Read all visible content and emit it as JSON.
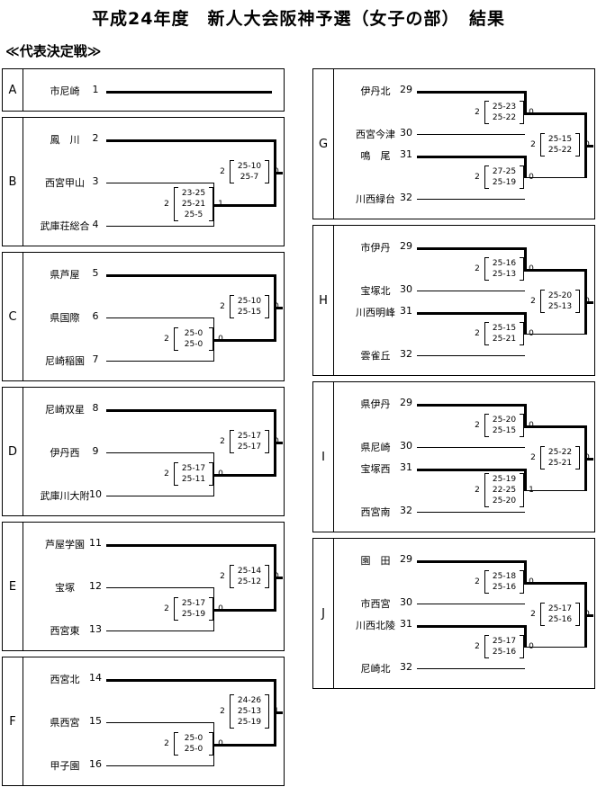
{
  "title": "平成24年度　新人大会阪神予選（女子の部）　結果",
  "subtitle": "≪代表決定戦≫",
  "blocks": [
    {
      "letter": "A",
      "teams": [
        {
          "name": "市尼崎",
          "num": "1"
        }
      ]
    },
    {
      "letter": "B",
      "teams": [
        {
          "name": "鳳　川",
          "num": "2"
        },
        {
          "name": "西宮甲山",
          "num": "3"
        },
        {
          "name": "武庫荘総合",
          "num": "4"
        }
      ],
      "first": {
        "left": "2",
        "right": "1",
        "sets": [
          "23-25",
          "25-21",
          "25-5"
        ]
      },
      "final": {
        "left": "2",
        "right": "0",
        "sets": [
          "25-10",
          "25-7"
        ]
      }
    },
    {
      "letter": "C",
      "teams": [
        {
          "name": "県芦屋",
          "num": "5"
        },
        {
          "name": "県国際",
          "num": "6"
        },
        {
          "name": "尼崎稲園",
          "num": "7"
        }
      ],
      "first": {
        "left": "2",
        "right": "0",
        "sets": [
          "25-0",
          "25-0"
        ]
      },
      "final": {
        "left": "2",
        "right": "0",
        "sets": [
          "25-10",
          "25-15"
        ]
      }
    },
    {
      "letter": "D",
      "teams": [
        {
          "name": "尼崎双星",
          "num": "8"
        },
        {
          "name": "伊丹西",
          "num": "9"
        },
        {
          "name": "武庫川大附",
          "num": "10"
        }
      ],
      "first": {
        "left": "2",
        "right": "0",
        "sets": [
          "25-17",
          "25-11"
        ]
      },
      "final": {
        "left": "2",
        "right": "0",
        "sets": [
          "25-17",
          "25-17"
        ]
      }
    },
    {
      "letter": "E",
      "teams": [
        {
          "name": "芦屋学園",
          "num": "11"
        },
        {
          "name": "宝塚",
          "num": "12"
        },
        {
          "name": "西宮東",
          "num": "13"
        }
      ],
      "first": {
        "left": "2",
        "right": "0",
        "sets": [
          "25-17",
          "25-19"
        ]
      },
      "final": {
        "left": "2",
        "right": "0",
        "sets": [
          "25-14",
          "25-12"
        ]
      }
    },
    {
      "letter": "F",
      "teams": [
        {
          "name": "西宮北",
          "num": "14"
        },
        {
          "name": "県西宮",
          "num": "15"
        },
        {
          "name": "甲子園",
          "num": "16"
        }
      ],
      "first": {
        "left": "2",
        "right": "0",
        "sets": [
          "25-0",
          "25-0"
        ]
      },
      "final": {
        "left": "2",
        "right": "1",
        "sets": [
          "24-26",
          "25-13",
          "25-19"
        ]
      }
    },
    {
      "letter": "G",
      "teams": [
        {
          "name": "伊丹北",
          "num": "29"
        },
        {
          "name": "西宮今津",
          "num": "30"
        },
        {
          "name": "鳴　尾",
          "num": "31"
        },
        {
          "name": "川西緑台",
          "num": "32"
        }
      ],
      "m1": {
        "left": "2",
        "right": "0",
        "sets": [
          "25-23",
          "25-22"
        ]
      },
      "m2": {
        "left": "2",
        "right": "0",
        "sets": [
          "27-25",
          "25-19"
        ]
      },
      "final": {
        "left": "2",
        "right": "0",
        "sets": [
          "25-15",
          "25-22"
        ]
      }
    },
    {
      "letter": "H",
      "teams": [
        {
          "name": "市伊丹",
          "num": "29"
        },
        {
          "name": "宝塚北",
          "num": "30"
        },
        {
          "name": "川西明峰",
          "num": "31"
        },
        {
          "name": "雲雀丘",
          "num": "32"
        }
      ],
      "m1": {
        "left": "2",
        "right": "0",
        "sets": [
          "25-16",
          "25-13"
        ]
      },
      "m2": {
        "left": "2",
        "right": "0",
        "sets": [
          "25-15",
          "25-21"
        ]
      },
      "final": {
        "left": "2",
        "right": "0",
        "sets": [
          "25-20",
          "25-13"
        ]
      }
    },
    {
      "letter": "I",
      "teams": [
        {
          "name": "県伊丹",
          "num": "29"
        },
        {
          "name": "県尼崎",
          "num": "30"
        },
        {
          "name": "宝塚西",
          "num": "31"
        },
        {
          "name": "西宮南",
          "num": "32"
        }
      ],
      "m1": {
        "left": "2",
        "right": "0",
        "sets": [
          "25-20",
          "25-15"
        ]
      },
      "m2": {
        "left": "2",
        "right": "1",
        "sets": [
          "25-19",
          "22-25",
          "25-20"
        ]
      },
      "final": {
        "left": "2",
        "right": "0",
        "sets": [
          "25-22",
          "25-21"
        ]
      }
    },
    {
      "letter": "J",
      "teams": [
        {
          "name": "園　田",
          "num": "29"
        },
        {
          "name": "市西宮",
          "num": "30"
        },
        {
          "name": "川西北陵",
          "num": "31"
        },
        {
          "name": "尼崎北",
          "num": "32"
        }
      ],
      "m1": {
        "left": "2",
        "right": "0",
        "sets": [
          "25-18",
          "25-16"
        ]
      },
      "m2": {
        "left": "2",
        "right": "0",
        "sets": [
          "25-17",
          "25-16"
        ]
      },
      "final": {
        "left": "2",
        "right": "0",
        "sets": [
          "25-17",
          "25-16"
        ]
      }
    }
  ]
}
